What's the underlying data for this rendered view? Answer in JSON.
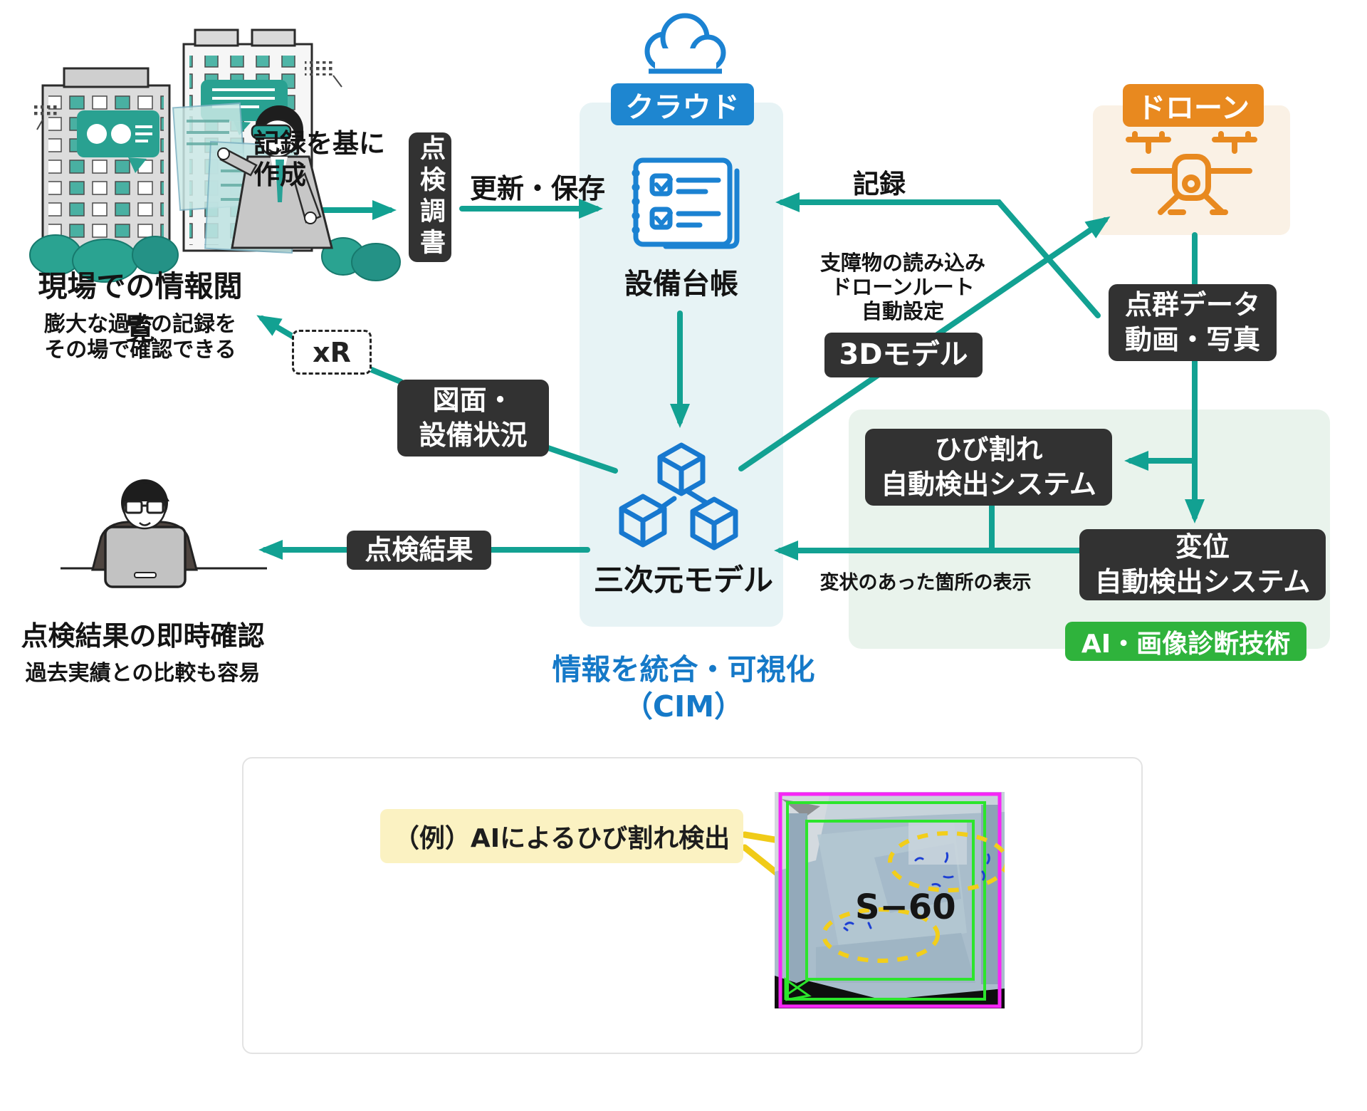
{
  "colors": {
    "teal": "#12A192",
    "blue": "#1B82D2",
    "dark_box": "#323232",
    "cloud_badge_blue": "#1E86D0",
    "drone_orange": "#E8891F",
    "ai_green": "#2FB33C",
    "cim_blue": "#1579C8",
    "photo_magenta": "#F626F6",
    "photo_green": "#2CE52C",
    "annotation_yellow": "#F0CB18"
  },
  "site": {
    "heading": "現場での情報閲覧",
    "line1": "膨大な過去の記録を",
    "line2": "その場で確認できる"
  },
  "flow": {
    "create_line1": "記録を基に",
    "create_line2": "作成",
    "report": "点検調書",
    "update": "更新・保存",
    "record": "記録"
  },
  "cloud": {
    "badge": "クラウド",
    "ledger": "設備台帳",
    "model": "三次元モデル",
    "integrate": "情報を統合・可視化",
    "cim": "（CIM）"
  },
  "drone": {
    "badge": "ドローン",
    "data_line1": "点群データ",
    "data_line2": "動画・写真",
    "route_line1": "支障物の読み込み",
    "route_line2": "ドローンルート",
    "route_line3": "自動設定",
    "model3d": "3Dモデル"
  },
  "ai": {
    "crack_line1": "ひび割れ",
    "crack_line2": "自動検出システム",
    "disp_line1": "変位",
    "disp_line2": "自動検出システム",
    "badge": "AI・画像診断技術",
    "anomaly": "変状のあった箇所の表示"
  },
  "xr": {
    "label": "xR",
    "drawing_line1": "図面・",
    "drawing_line2": "設備状況"
  },
  "result": {
    "badge": "点検結果",
    "heading": "点検結果の即時確認",
    "sub": "過去実績との比較も容易"
  },
  "example": {
    "caption": "（例）AIによるひび割れ検出",
    "photo_label": "S−60"
  }
}
